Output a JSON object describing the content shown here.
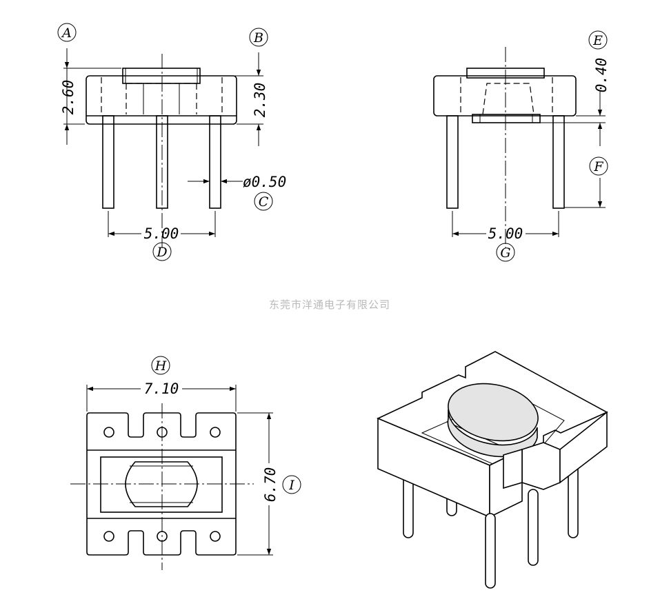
{
  "dimensions": {
    "front_height": "2.60",
    "front_body_height": "2.30",
    "pin_diameter": "ø0.50",
    "front_pin_pitch": "5.00",
    "side_flange": "0.40",
    "side_pin_pitch": "5.00",
    "top_width": "7.10",
    "top_height": "6.70"
  },
  "labels": {
    "a": "A",
    "b": "B",
    "c": "C",
    "d": "D",
    "e": "E",
    "f": "F",
    "g": "G",
    "h": "H",
    "i": "I"
  },
  "company": "东莞市洋通电子有限公司",
  "colors": {
    "line": "#000000",
    "watermark": "#b9b9b9",
    "disc": "#e4e4e4"
  }
}
